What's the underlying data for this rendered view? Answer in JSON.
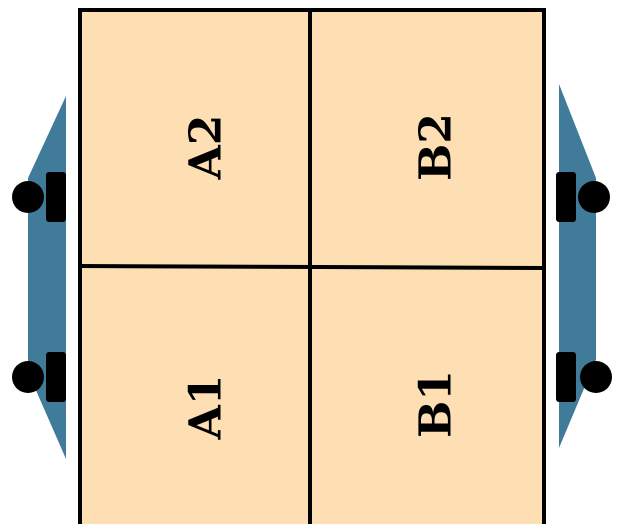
{
  "colors": {
    "cell_fill": "#FDDFB3",
    "grid_stroke": "#000000",
    "side_panel": "#417B9A",
    "knob": "#000000",
    "background": "#FFFFFF"
  },
  "grid": {
    "cells": {
      "a2": {
        "label": "A2"
      },
      "b2": {
        "label": "B2"
      },
      "a1": {
        "label": "A1"
      },
      "b1": {
        "label": "B1"
      }
    }
  },
  "side_units": {
    "left": {
      "knobs": 2
    },
    "right": {
      "knobs": 2
    }
  }
}
